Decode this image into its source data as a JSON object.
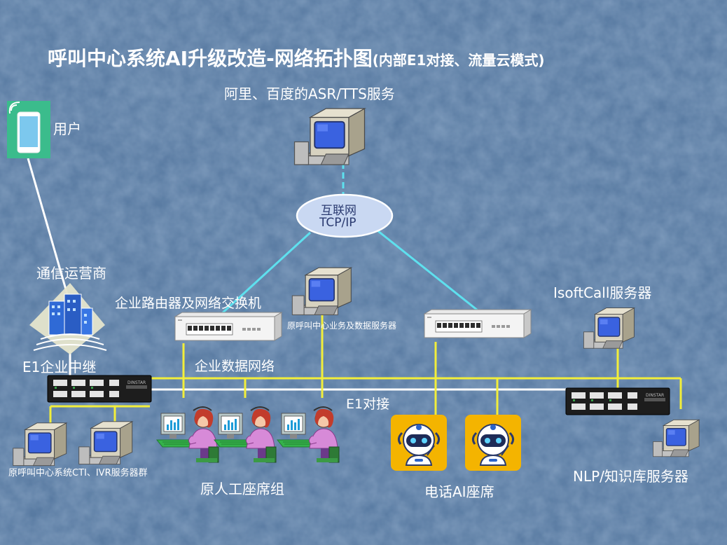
{
  "title": {
    "main": "呼叫中心系统AI升级改造-网络拓扑图",
    "sub": "(内部E1对接、流量云模式)"
  },
  "labels": {
    "asr_tts": "阿里、百度的ASR/TTS服务",
    "user": "用户",
    "internet_line1": "互联网",
    "internet_line2": "TCP/IP",
    "carrier": "通信运营商",
    "router": "企业路由器及网络交换机",
    "biz_server": "原呼叫中心业务及数据服务器",
    "isoftcall": "IsoftCall服务器",
    "e1_trunk": "E1企业中继",
    "data_network": "企业数据网络",
    "e1_link": "E1对接",
    "cti_ivr": "原呼叫中心系统CTI、IVR服务器群",
    "agents": "原人工座席组",
    "ai_agents": "电话AI座席",
    "nlp": "NLP/知识库服务器"
  },
  "device_text": {
    "gateway_brand": "DINSTAR"
  },
  "colors": {
    "background": "#4a6a92",
    "title": "#ffffff",
    "yellow_line": "#f2ee3a",
    "cyan_line": "#5ee0ee",
    "white_line": "#ffffff",
    "cloud": "#c9d8f2"
  },
  "icons": {
    "phone": "smartphone-icon",
    "building": "office-building-icon",
    "computer": "desktop-computer-icon",
    "switch": "network-switch-icon",
    "gateway": "e1-gateway-icon",
    "operator": "call-agent-icon",
    "robot": "ai-robot-icon"
  }
}
